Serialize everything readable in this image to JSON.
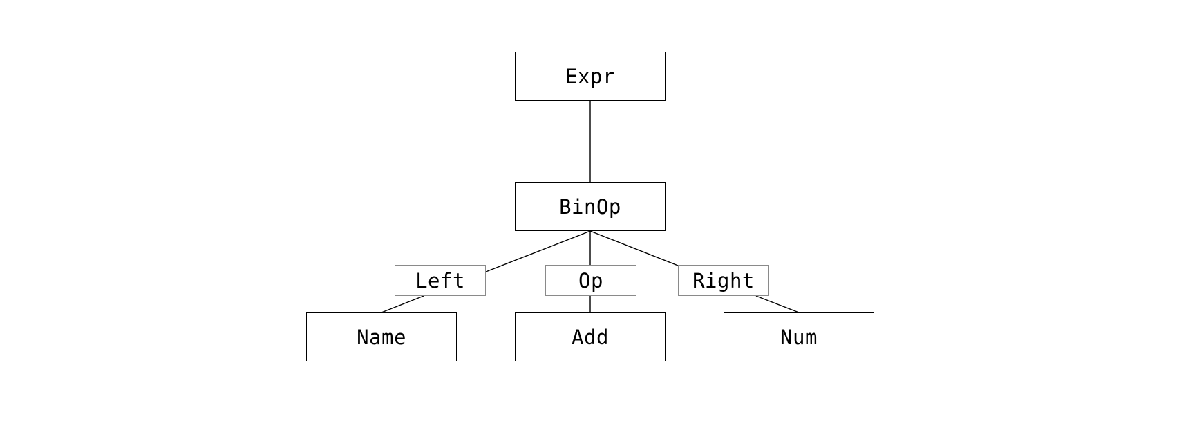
{
  "diagram": {
    "nodes": {
      "expr": "Expr",
      "binop": "BinOp",
      "name": "Name",
      "add": "Add",
      "num": "Num"
    },
    "edge_labels": {
      "left": "Left",
      "op": "Op",
      "right": "Right"
    },
    "colors": {
      "line": "#000000",
      "node_border": "#000000",
      "label_border": "#8a8a8a",
      "background": "#ffffff"
    }
  }
}
